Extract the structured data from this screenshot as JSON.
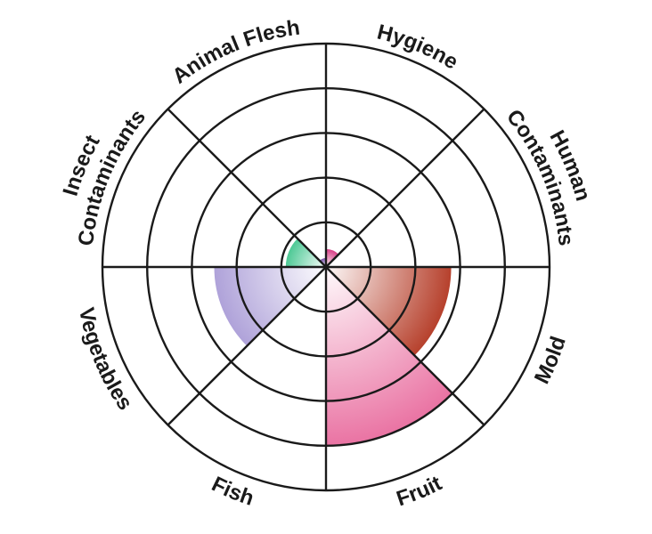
{
  "chart_data": {
    "type": "polar-area",
    "title": "",
    "rings": 5,
    "max_value": 5,
    "categories": [
      {
        "label": [
          "Hygiene"
        ],
        "value": 0.4,
        "color": "#d5307d"
      },
      {
        "label": [
          "Human",
          "Contaminants"
        ],
        "value": 0.0,
        "color": "#888888"
      },
      {
        "label": [
          "Mold"
        ],
        "value": 2.8,
        "color": "#b0301a"
      },
      {
        "label": [
          "Fruit"
        ],
        "value": 4.0,
        "color": "#e8679b"
      },
      {
        "label": [
          "Fish"
        ],
        "value": 0.0,
        "color": "#888888"
      },
      {
        "label": [
          "Vegetables"
        ],
        "value": 2.5,
        "color": "#a89ad6"
      },
      {
        "label": [
          "Insect",
          "Contaminants"
        ],
        "value": 0.9,
        "color": "#3ec48c"
      },
      {
        "label": [
          "Animal Flesh"
        ],
        "value": 0.2,
        "color": "#6a3fa0"
      }
    ]
  }
}
